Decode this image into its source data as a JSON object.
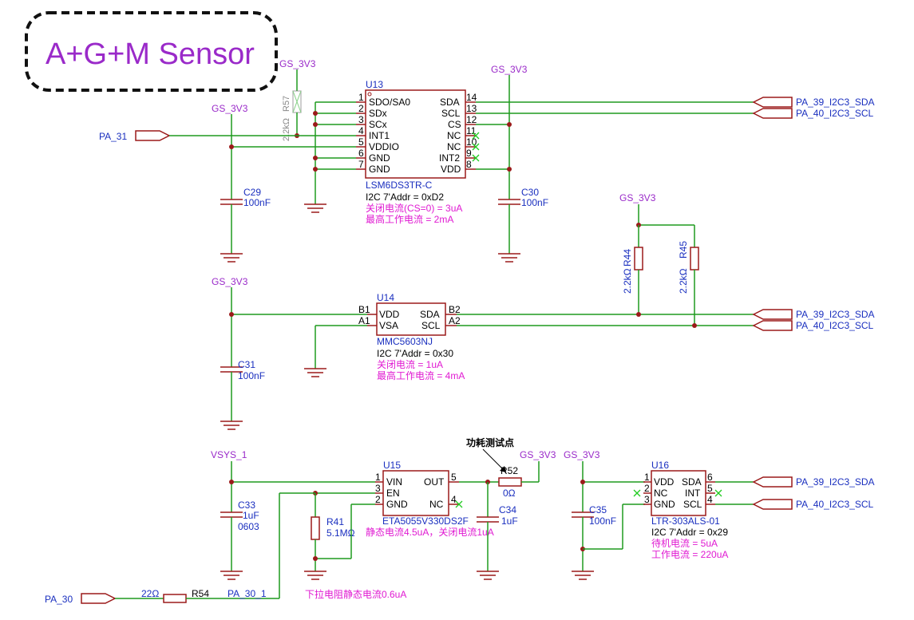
{
  "title": "A+G+M Sensor",
  "nets": {
    "gs3v3": "GS_3V3",
    "vsys1": "VSYS_1",
    "pa31": "PA_31",
    "pa30": "PA_30",
    "pa30_1": "PA_30_1",
    "sda": "PA_39_I2C3_SDA",
    "scl": "PA_40_I2C3_SCL"
  },
  "u13": {
    "ref": "U13",
    "part": "LSM6DS3TR-C",
    "addr": "I2C 7'Addr = 0xD2",
    "note1": "关闭电流(CS=0) = 3uA",
    "note2": "最高工作电流 = 2mA",
    "left_pins": [
      {
        "num": "1",
        "name": "SDO/SA0"
      },
      {
        "num": "2",
        "name": "SDx"
      },
      {
        "num": "3",
        "name": "SCx"
      },
      {
        "num": "4",
        "name": "INT1"
      },
      {
        "num": "5",
        "name": "VDDIO"
      },
      {
        "num": "6",
        "name": "GND"
      },
      {
        "num": "7",
        "name": "GND"
      }
    ],
    "right_pins": [
      {
        "num": "14",
        "name": "SDA"
      },
      {
        "num": "13",
        "name": "SCL"
      },
      {
        "num": "12",
        "name": "CS"
      },
      {
        "num": "11",
        "name": "NC"
      },
      {
        "num": "10",
        "name": "NC"
      },
      {
        "num": "9",
        "name": "INT2"
      },
      {
        "num": "8",
        "name": "VDD"
      }
    ]
  },
  "u14": {
    "ref": "U14",
    "part": "MMC5603NJ",
    "addr": "I2C 7'Addr = 0x30",
    "note1": "关闭电流 = 1uA",
    "note2": "最高工作电流 = 4mA",
    "pins": {
      "b1": "B1",
      "a1": "A1",
      "b2": "B2",
      "a2": "A2",
      "vdd": "VDD",
      "vsa": "VSA",
      "sda": "SDA",
      "scl": "SCL"
    }
  },
  "u15": {
    "ref": "U15",
    "part": "ETA5055V330DS2F",
    "note": "静态电流4.5uA，关闭电流1uA",
    "pins": {
      "n1": "1",
      "n3": "3",
      "n2": "2",
      "n5": "5",
      "n4": "4",
      "vin": "VIN",
      "en": "EN",
      "gnd": "GND",
      "out": "OUT",
      "nc": "NC"
    }
  },
  "u16": {
    "ref": "U16",
    "part": "LTR-303ALS-01",
    "addr": "I2C 7'Addr = 0x29",
    "note1": "待机电流 = 5uA",
    "note2": "工作电流 = 220uA",
    "pins": {
      "n1": "1",
      "n2": "2",
      "n3": "3",
      "n6": "6",
      "n5": "5",
      "n4": "4",
      "vdd": "VDD",
      "nc": "NC",
      "gnd": "GND",
      "sda": "SDA",
      "int": "INT",
      "scl": "SCL"
    }
  },
  "passives": {
    "r57": {
      "ref": "R57",
      "value": "2.2kΩ"
    },
    "c29": {
      "ref": "C29",
      "value": "100nF"
    },
    "c30": {
      "ref": "C30",
      "value": "100nF"
    },
    "r44": {
      "ref": "R44",
      "value": "2.2kΩ"
    },
    "r45": {
      "ref": "R45",
      "value": "2.2kΩ"
    },
    "c31": {
      "ref": "C31",
      "value": "100nF"
    },
    "c33": {
      "ref": "C33",
      "value": "1uF",
      "pkg": "0603"
    },
    "r41": {
      "ref": "R41",
      "value": "5.1MΩ"
    },
    "r52": {
      "ref": "R52",
      "value": "0Ω"
    },
    "c34": {
      "ref": "C34",
      "value": "1uF"
    },
    "c35": {
      "ref": "C35",
      "value": "100nF"
    },
    "r54": {
      "ref": "R54",
      "value": "22Ω"
    }
  },
  "annotations": {
    "test_point": "功耗测试点",
    "pulldown": "下拉电阻静态电流0.6uA"
  }
}
